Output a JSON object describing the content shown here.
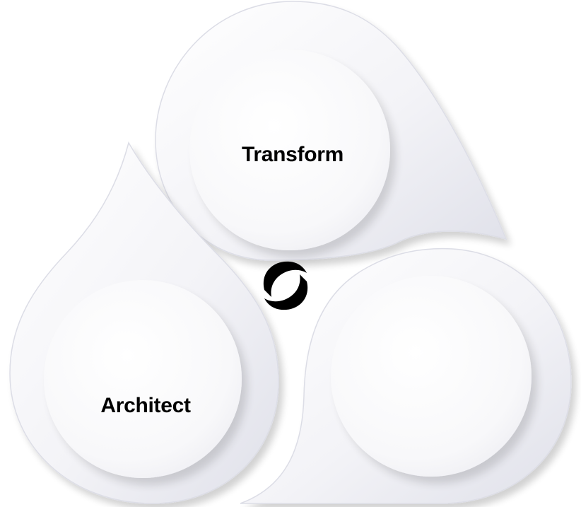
{
  "diagram": {
    "segments": [
      {
        "label": "Transform",
        "tip": "bottom-right"
      },
      {
        "label": "Architect",
        "tip": "top"
      },
      {
        "label": "",
        "tip": "bottom-left"
      }
    ],
    "center_icon": "circular-arrows-icon",
    "colors": {
      "shape_light": "#ffffff",
      "shape_shade": "#e6e7ef",
      "shape_edge": "#d9dae3",
      "disc": "#fafafc",
      "icon": "#000000"
    }
  }
}
